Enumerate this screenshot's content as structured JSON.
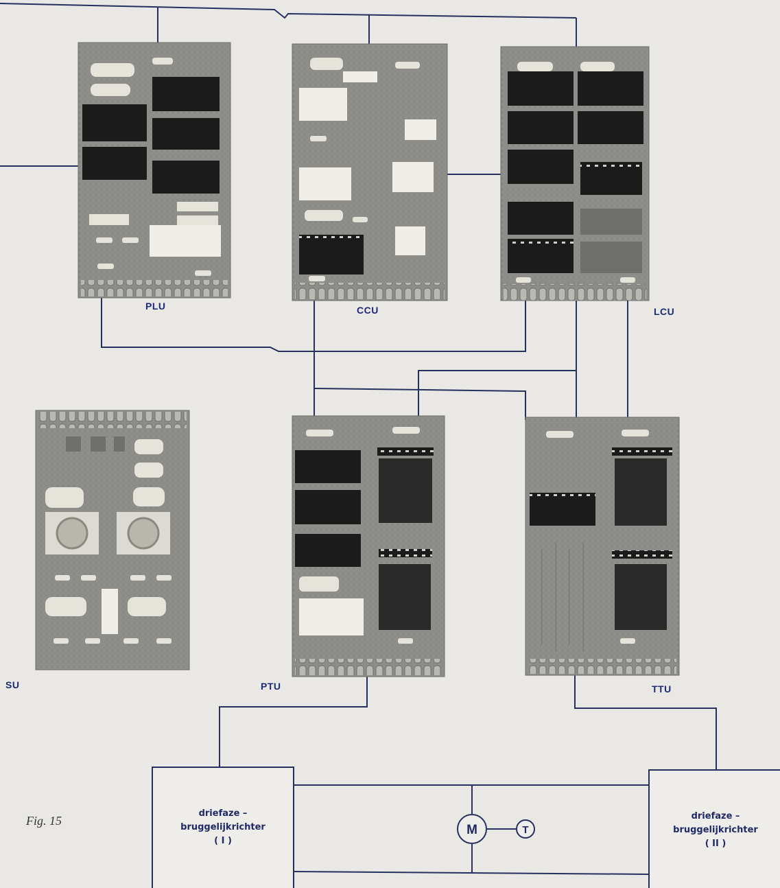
{
  "figure_caption": "Fig. 15",
  "units": {
    "plu": "PLU",
    "ccu": "CCU",
    "lcu": "LCU",
    "su": "SU",
    "ptu": "PTU",
    "ttu": "TTU"
  },
  "rectifier_1": {
    "line1": "driefaze –",
    "line2": "bruggelijkrichter",
    "line3": "( I )"
  },
  "rectifier_2": {
    "line1": "driefaze –",
    "line2": "bruggelijkrichter",
    "line3": "( II )"
  },
  "motor": {
    "label": "M"
  },
  "tacho": {
    "label": "T"
  },
  "colors": {
    "background": "#e9e8e4",
    "wire": "#26305e",
    "board": "#8b8b88",
    "chip": "#1b1b1b",
    "component": "#e6e3da",
    "label": "#1d2a78"
  }
}
